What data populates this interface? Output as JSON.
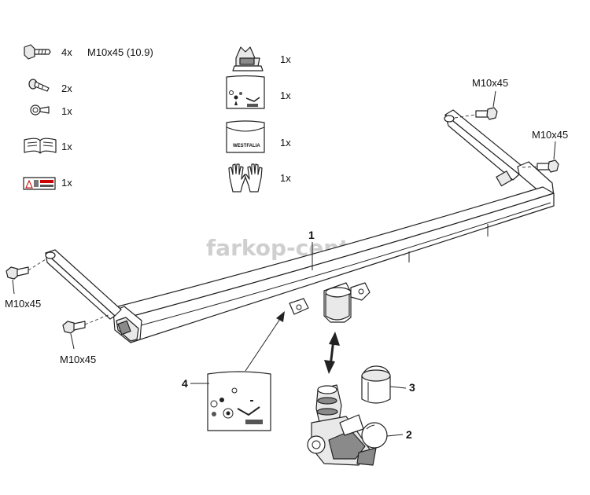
{
  "watermark": "farkop-center.ru",
  "kit_list": {
    "left": [
      {
        "icon": "bolt-icon",
        "qty": "4x",
        "spec": "M10x45 (10.9)"
      },
      {
        "icon": "screw-icon",
        "qty": "2x",
        "spec": ""
      },
      {
        "icon": "ring-icon",
        "qty": "1x",
        "spec": ""
      },
      {
        "icon": "manual-book-icon",
        "qty": "1x",
        "spec": ""
      },
      {
        "icon": "warning-sticker-icon",
        "qty": "1x",
        "spec": ""
      }
    ],
    "right": [
      {
        "icon": "socket-cover-icon",
        "qty": "1x"
      },
      {
        "icon": "instruction-card-icon",
        "qty": "1x"
      },
      {
        "icon": "westfalia-pouch-icon",
        "qty": "1x"
      },
      {
        "icon": "gloves-icon",
        "qty": "1x"
      }
    ],
    "pouch_brand": "WESTFALIA"
  },
  "callouts": {
    "bolt_top_right_1": "M10x45",
    "bolt_top_right_2": "M10x45",
    "bolt_left_1": "M10x45",
    "bolt_left_2": "M10x45"
  },
  "parts": [
    {
      "number": "1"
    },
    {
      "number": "2"
    },
    {
      "number": "3"
    },
    {
      "number": "4"
    }
  ]
}
